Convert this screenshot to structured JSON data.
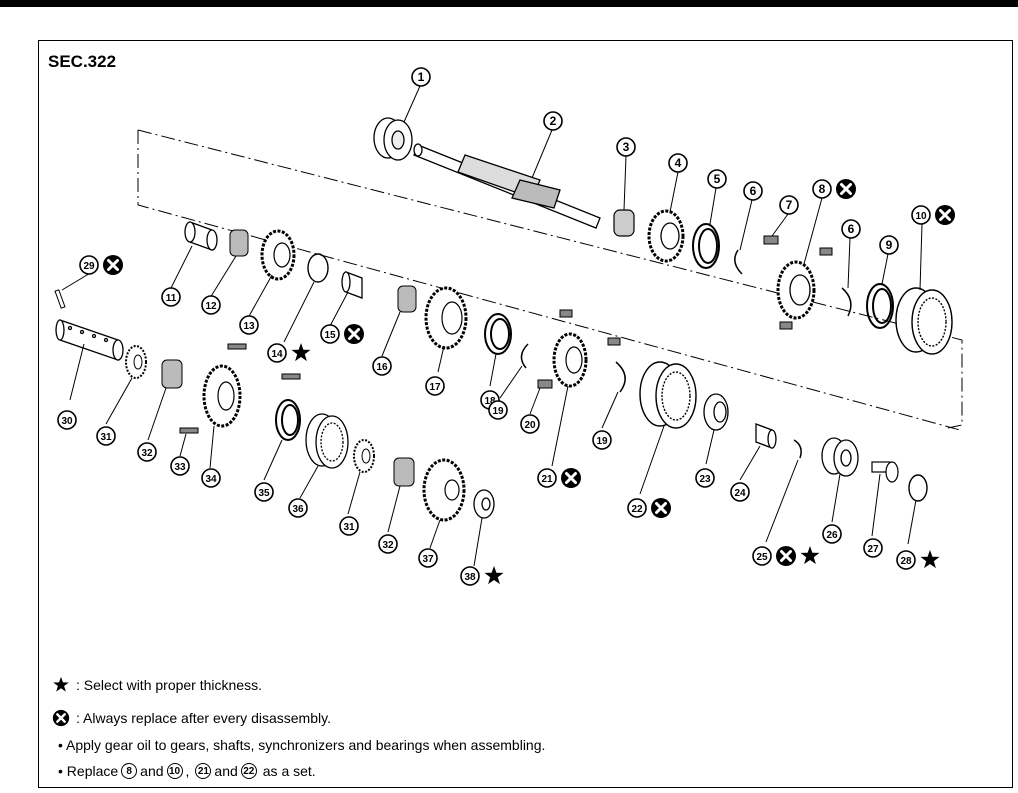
{
  "header": {
    "section": "SEC.322"
  },
  "callouts": [
    {
      "num": "1"
    },
    {
      "num": "2"
    },
    {
      "num": "3"
    },
    {
      "num": "4"
    },
    {
      "num": "5"
    },
    {
      "num": "6"
    },
    {
      "num": "7"
    },
    {
      "num": "8",
      "marks": [
        "replace"
      ]
    },
    {
      "num": "6"
    },
    {
      "num": "9"
    },
    {
      "num": "10",
      "marks": [
        "replace"
      ]
    },
    {
      "num": "29",
      "marks": [
        "replace"
      ]
    },
    {
      "num": "11"
    },
    {
      "num": "12"
    },
    {
      "num": "13"
    },
    {
      "num": "14",
      "marks": [
        "select"
      ]
    },
    {
      "num": "15",
      "marks": [
        "replace"
      ]
    },
    {
      "num": "16"
    },
    {
      "num": "17"
    },
    {
      "num": "18"
    },
    {
      "num": "19"
    },
    {
      "num": "20"
    },
    {
      "num": "21",
      "marks": [
        "replace"
      ]
    },
    {
      "num": "19"
    },
    {
      "num": "22",
      "marks": [
        "replace"
      ]
    },
    {
      "num": "23"
    },
    {
      "num": "24"
    },
    {
      "num": "25",
      "marks": [
        "replace",
        "select"
      ]
    },
    {
      "num": "26"
    },
    {
      "num": "27"
    },
    {
      "num": "28",
      "marks": [
        "select"
      ]
    },
    {
      "num": "30"
    },
    {
      "num": "31"
    },
    {
      "num": "32"
    },
    {
      "num": "33"
    },
    {
      "num": "34"
    },
    {
      "num": "35"
    },
    {
      "num": "36"
    },
    {
      "num": "31"
    },
    {
      "num": "32"
    },
    {
      "num": "37"
    },
    {
      "num": "38",
      "marks": [
        "select"
      ]
    }
  ],
  "legend": {
    "select_text": ": Select with proper thickness.",
    "replace_text": ": Always replace after every disassembly."
  },
  "notes": {
    "note1": "• Apply gear oil to gears, shafts, synchronizers and bearings when assembling.",
    "note2_prefix": "• Replace",
    "n8": "8",
    "and1": "and",
    "n10": "10",
    "comma": ",",
    "n21": "21",
    "and2": "and",
    "n22": "22",
    "note2_suffix": "as a set."
  },
  "icons": {
    "select": "star-icon",
    "replace": "replace-x-icon"
  }
}
